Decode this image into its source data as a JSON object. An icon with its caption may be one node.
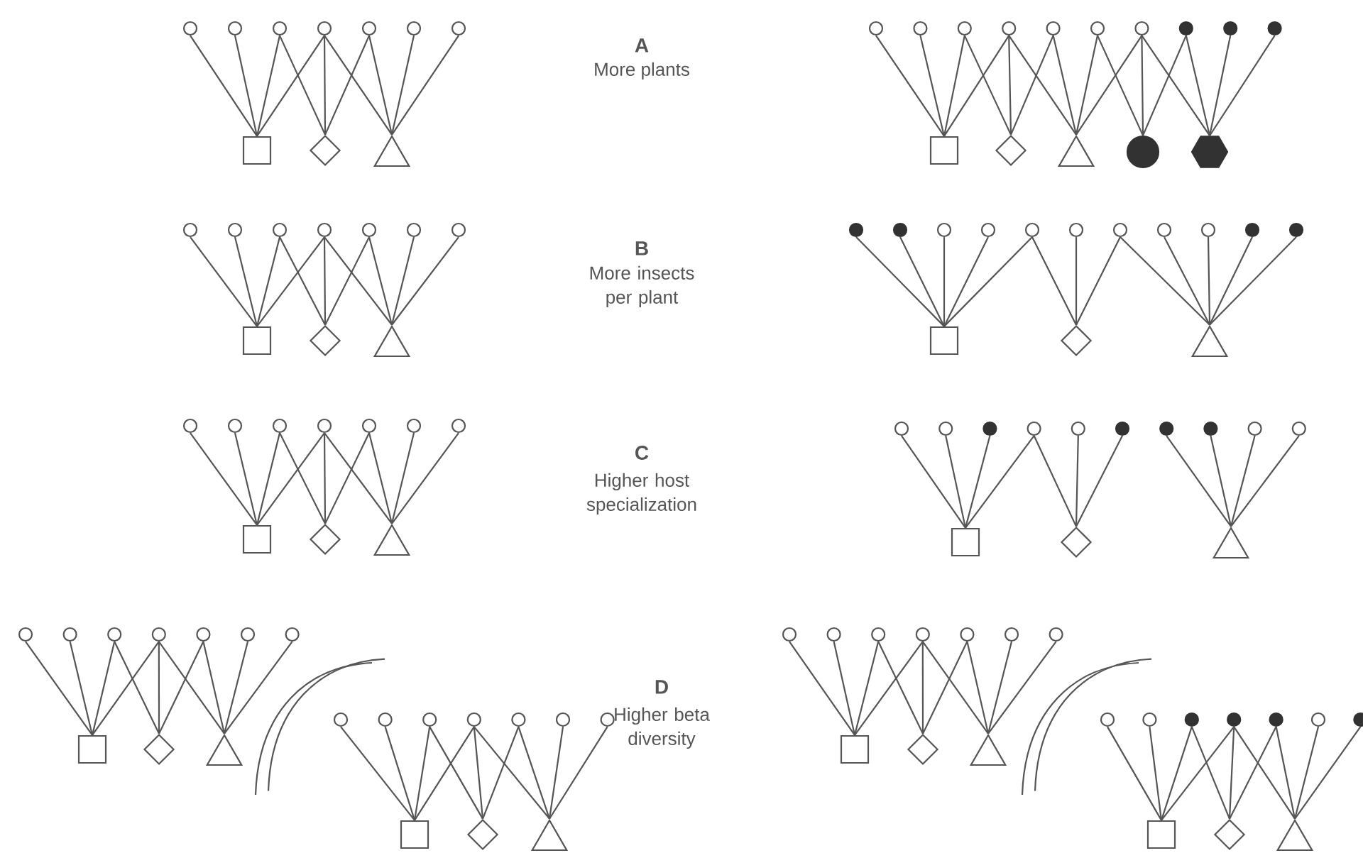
{
  "diagram": {
    "nodes": [
      {
        "text": [],
        "shape": "circle"
      },
      {
        "text": [],
        "shape": "circle"
      },
      {
        "text": [],
        "shape": "circle"
      },
      {
        "text": [],
        "shape": "circle"
      },
      {
        "text": [],
        "shape": "circle"
      },
      {
        "text": [],
        "shape": "circle"
      },
      {
        "text": [],
        "shape": "circle"
      },
      {
        "text": [],
        "shape": "box"
      },
      {
        "text": [],
        "shape": "diamond"
      },
      {
        "text": [],
        "shape": "triangle"
      },
      {
        "text": [],
        "shape": "circle"
      },
      {
        "text": [],
        "shape": "circle"
      },
      {
        "text": [],
        "shape": "circle"
      },
      {
        "text": [],
        "shape": "circle"
      },
      {
        "text": [],
        "shape": "circle"
      },
      {
        "text": [],
        "shape": "circle"
      },
      {
        "text": [],
        "shape": "circle"
      },
      {
        "text": [],
        "shape": "dot"
      },
      {
        "text": [],
        "shape": "dot"
      },
      {
        "text": [],
        "shape": "dot"
      },
      {
        "text": [],
        "shape": "box"
      },
      {
        "text": [],
        "shape": "diamond"
      },
      {
        "text": [],
        "shape": "triangle"
      },
      {
        "text": [],
        "shape": "disc"
      },
      {
        "text": [],
        "shape": "hexagon"
      },
      {
        "text": [],
        "shape": "circle"
      },
      {
        "text": [],
        "shape": "circle"
      },
      {
        "text": [],
        "shape": "circle"
      },
      {
        "text": [],
        "shape": "circle"
      },
      {
        "text": [],
        "shape": "circle"
      },
      {
        "text": [],
        "shape": "circle"
      },
      {
        "text": [],
        "shape": "circle"
      },
      {
        "text": [],
        "shape": "box"
      },
      {
        "text": [],
        "shape": "diamond"
      },
      {
        "text": [],
        "shape": "triangle"
      },
      {
        "text": [],
        "shape": "dot"
      },
      {
        "text": [],
        "shape": "dot"
      },
      {
        "text": [],
        "shape": "circle"
      },
      {
        "text": [],
        "shape": "circle"
      },
      {
        "text": [],
        "shape": "circle"
      },
      {
        "text": [],
        "shape": "circle"
      },
      {
        "text": [],
        "shape": "circle"
      },
      {
        "text": [],
        "shape": "circle"
      },
      {
        "text": [],
        "shape": "circle"
      },
      {
        "text": [],
        "shape": "dot"
      },
      {
        "text": [],
        "shape": "dot"
      },
      {
        "text": [],
        "shape": "box"
      },
      {
        "text": [],
        "shape": "diamond"
      },
      {
        "text": [],
        "shape": "triangle"
      },
      {
        "text": [],
        "shape": "circle"
      },
      {
        "text": [],
        "shape": "circle"
      },
      {
        "text": [],
        "shape": "circle"
      },
      {
        "text": [],
        "shape": "circle"
      },
      {
        "text": [],
        "shape": "circle"
      },
      {
        "text": [],
        "shape": "circle"
      },
      {
        "text": [],
        "shape": "circle"
      },
      {
        "text": [],
        "shape": "box"
      },
      {
        "text": [],
        "shape": "diamond"
      },
      {
        "text": [],
        "shape": "triangle"
      },
      {
        "text": [],
        "shape": "circle"
      },
      {
        "text": [],
        "shape": "circle"
      },
      {
        "text": [],
        "shape": "dot"
      },
      {
        "text": [],
        "shape": "circle"
      },
      {
        "text": [],
        "shape": "circle"
      },
      {
        "text": [],
        "shape": "dot"
      },
      {
        "text": [],
        "shape": "dot"
      },
      {
        "text": [],
        "shape": "dot"
      },
      {
        "text": [],
        "shape": "circle"
      },
      {
        "text": [],
        "shape": "circle"
      },
      {
        "text": [],
        "shape": "box"
      },
      {
        "text": [],
        "shape": "diamond"
      },
      {
        "text": [],
        "shape": "triangle"
      },
      {
        "text": [],
        "shape": "circle"
      },
      {
        "text": [],
        "shape": "circle"
      },
      {
        "text": [],
        "shape": "circle"
      },
      {
        "text": [],
        "shape": "circle"
      },
      {
        "text": [],
        "shape": "circle"
      },
      {
        "text": [],
        "shape": "circle"
      },
      {
        "text": [],
        "shape": "circle"
      },
      {
        "text": [],
        "shape": "box"
      },
      {
        "text": [],
        "shape": "diamond"
      },
      {
        "text": [],
        "shape": "triangle"
      },
      {
        "text": [],
        "shape": "circle"
      },
      {
        "text": [],
        "shape": "circle"
      },
      {
        "text": [],
        "shape": "circle"
      },
      {
        "text": [],
        "shape": "circle"
      },
      {
        "text": [],
        "shape": "circle"
      },
      {
        "text": [],
        "shape": "circle"
      },
      {
        "text": [],
        "shape": "circle"
      },
      {
        "text": [],
        "shape": "box"
      },
      {
        "text": [],
        "shape": "diamond"
      },
      {
        "text": [],
        "shape": "triangle"
      },
      {
        "text": [],
        "shape": "circle"
      },
      {
        "text": [],
        "shape": "circle"
      },
      {
        "text": [],
        "shape": "circle"
      },
      {
        "text": [],
        "shape": "circle"
      },
      {
        "text": [],
        "shape": "circle"
      },
      {
        "text": [],
        "shape": "circle"
      },
      {
        "text": [],
        "shape": "circle"
      },
      {
        "text": [],
        "shape": "box"
      },
      {
        "text": [],
        "shape": "diamond"
      },
      {
        "text": [],
        "shape": "triangle"
      },
      {
        "text": [],
        "shape": "circle"
      },
      {
        "text": [],
        "shape": "circle"
      },
      {
        "text": [],
        "shape": "dot"
      },
      {
        "text": [],
        "shape": "dot"
      },
      {
        "text": [],
        "shape": "dot"
      },
      {
        "text": [],
        "shape": "circle"
      },
      {
        "text": [],
        "shape": "dot"
      },
      {
        "text": [],
        "shape": "box"
      },
      {
        "text": [],
        "shape": "diamond"
      },
      {
        "text": [],
        "shape": "triangle"
      }
    ],
    "edges": [
      {
        "from": 0,
        "to": 7,
        "arrow": "none"
      },
      {
        "from": 1,
        "to": 7,
        "arrow": "none"
      },
      {
        "from": 2,
        "to": 7,
        "arrow": "none"
      },
      {
        "from": 2,
        "to": 8,
        "arrow": "none"
      },
      {
        "from": 3,
        "to": 7,
        "arrow": "none"
      },
      {
        "from": 3,
        "to": 8,
        "arrow": "none"
      },
      {
        "from": 3,
        "to": 9,
        "arrow": "none"
      },
      {
        "from": 4,
        "to": 8,
        "arrow": "none"
      },
      {
        "from": 4,
        "to": 9,
        "arrow": "none"
      },
      {
        "from": 5,
        "to": 9,
        "arrow": "none"
      },
      {
        "from": 6,
        "to": 9,
        "arrow": "none"
      },
      {
        "from": 10,
        "to": 20,
        "arrow": "none"
      },
      {
        "from": 11,
        "to": 20,
        "arrow": "none"
      },
      {
        "from": 12,
        "to": 20,
        "arrow": "none"
      },
      {
        "from": 12,
        "to": 21,
        "arrow": "none"
      },
      {
        "from": 13,
        "to": 20,
        "arrow": "none"
      },
      {
        "from": 13,
        "to": 21,
        "arrow": "none"
      },
      {
        "from": 13,
        "to": 22,
        "arrow": "none"
      },
      {
        "from": 14,
        "to": 21,
        "arrow": "none"
      },
      {
        "from": 14,
        "to": 22,
        "arrow": "none"
      },
      {
        "from": 15,
        "to": 22,
        "arrow": "none"
      },
      {
        "from": 15,
        "to": 23,
        "arrow": "none"
      },
      {
        "from": 16,
        "to": 22,
        "arrow": "none"
      },
      {
        "from": 16,
        "to": 23,
        "arrow": "none"
      },
      {
        "from": 16,
        "to": 24,
        "arrow": "none"
      },
      {
        "from": 17,
        "to": 23,
        "arrow": "none"
      },
      {
        "from": 17,
        "to": 24,
        "arrow": "none"
      },
      {
        "from": 18,
        "to": 24,
        "arrow": "none"
      },
      {
        "from": 19,
        "to": 24,
        "arrow": "none"
      },
      {
        "from": 25,
        "to": 32,
        "arrow": "none"
      },
      {
        "from": 26,
        "to": 32,
        "arrow": "none"
      },
      {
        "from": 27,
        "to": 32,
        "arrow": "none"
      },
      {
        "from": 27,
        "to": 33,
        "arrow": "none"
      },
      {
        "from": 28,
        "to": 32,
        "arrow": "none"
      },
      {
        "from": 28,
        "to": 33,
        "arrow": "none"
      },
      {
        "from": 28,
        "to": 34,
        "arrow": "none"
      },
      {
        "from": 29,
        "to": 33,
        "arrow": "none"
      },
      {
        "from": 29,
        "to": 34,
        "arrow": "none"
      },
      {
        "from": 30,
        "to": 34,
        "arrow": "none"
      },
      {
        "from": 31,
        "to": 34,
        "arrow": "none"
      },
      {
        "from": 35,
        "to": 46,
        "arrow": "none"
      },
      {
        "from": 36,
        "to": 46,
        "arrow": "none"
      },
      {
        "from": 37,
        "to": 46,
        "arrow": "none"
      },
      {
        "from": 38,
        "to": 46,
        "arrow": "none"
      },
      {
        "from": 39,
        "to": 46,
        "arrow": "none"
      },
      {
        "from": 39,
        "to": 47,
        "arrow": "none"
      },
      {
        "from": 40,
        "to": 47,
        "arrow": "none"
      },
      {
        "from": 41,
        "to": 47,
        "arrow": "none"
      },
      {
        "from": 41,
        "to": 48,
        "arrow": "none"
      },
      {
        "from": 42,
        "to": 48,
        "arrow": "none"
      },
      {
        "from": 43,
        "to": 48,
        "arrow": "none"
      },
      {
        "from": 44,
        "to": 48,
        "arrow": "none"
      },
      {
        "from": 45,
        "to": 48,
        "arrow": "none"
      },
      {
        "from": 49,
        "to": 56,
        "arrow": "none"
      },
      {
        "from": 50,
        "to": 56,
        "arrow": "none"
      },
      {
        "from": 51,
        "to": 56,
        "arrow": "none"
      },
      {
        "from": 51,
        "to": 57,
        "arrow": "none"
      },
      {
        "from": 52,
        "to": 56,
        "arrow": "none"
      },
      {
        "from": 52,
        "to": 57,
        "arrow": "none"
      },
      {
        "from": 52,
        "to": 58,
        "arrow": "none"
      },
      {
        "from": 53,
        "to": 57,
        "arrow": "none"
      },
      {
        "from": 53,
        "to": 58,
        "arrow": "none"
      },
      {
        "from": 54,
        "to": 58,
        "arrow": "none"
      },
      {
        "from": 55,
        "to": 58,
        "arrow": "none"
      },
      {
        "from": 59,
        "to": 69,
        "arrow": "none"
      },
      {
        "from": 60,
        "to": 69,
        "arrow": "none"
      },
      {
        "from": 61,
        "to": 69,
        "arrow": "none"
      },
      {
        "from": 62,
        "to": 69,
        "arrow": "none"
      },
      {
        "from": 62,
        "to": 70,
        "arrow": "none"
      },
      {
        "from": 63,
        "to": 70,
        "arrow": "none"
      },
      {
        "from": 64,
        "to": 70,
        "arrow": "none"
      },
      {
        "from": 65,
        "to": 71,
        "arrow": "none"
      },
      {
        "from": 66,
        "to": 71,
        "arrow": "none"
      },
      {
        "from": 67,
        "to": 71,
        "arrow": "none"
      },
      {
        "from": 68,
        "to": 71,
        "arrow": "none"
      },
      {
        "from": 72,
        "to": 79,
        "arrow": "none"
      },
      {
        "from": 73,
        "to": 79,
        "arrow": "none"
      },
      {
        "from": 74,
        "to": 79,
        "arrow": "none"
      },
      {
        "from": 74,
        "to": 80,
        "arrow": "none"
      },
      {
        "from": 75,
        "to": 79,
        "arrow": "none"
      },
      {
        "from": 75,
        "to": 80,
        "arrow": "none"
      },
      {
        "from": 75,
        "to": 81,
        "arrow": "none"
      },
      {
        "from": 76,
        "to": 80,
        "arrow": "none"
      },
      {
        "from": 76,
        "to": 81,
        "arrow": "none"
      },
      {
        "from": 77,
        "to": 81,
        "arrow": "none"
      },
      {
        "from": 78,
        "to": 81,
        "arrow": "none"
      },
      {
        "from": 82,
        "to": 89,
        "arrow": "none"
      },
      {
        "from": 83,
        "to": 89,
        "arrow": "none"
      },
      {
        "from": 84,
        "to": 89,
        "arrow": "none"
      },
      {
        "from": 84,
        "to": 90,
        "arrow": "none"
      },
      {
        "from": 85,
        "to": 89,
        "arrow": "none"
      },
      {
        "from": 85,
        "to": 90,
        "arrow": "none"
      },
      {
        "from": 85,
        "to": 91,
        "arrow": "none"
      },
      {
        "from": 86,
        "to": 90,
        "arrow": "none"
      },
      {
        "from": 86,
        "to": 91,
        "arrow": "none"
      },
      {
        "from": 87,
        "to": 91,
        "arrow": "none"
      },
      {
        "from": 88,
        "to": 91,
        "arrow": "none"
      },
      {
        "from": 92,
        "to": 99,
        "arrow": "none"
      },
      {
        "from": 93,
        "to": 99,
        "arrow": "none"
      },
      {
        "from": 94,
        "to": 99,
        "arrow": "none"
      },
      {
        "from": 94,
        "to": 100,
        "arrow": "none"
      },
      {
        "from": 95,
        "to": 99,
        "arrow": "none"
      },
      {
        "from": 95,
        "to": 100,
        "arrow": "none"
      },
      {
        "from": 95,
        "to": 101,
        "arrow": "none"
      },
      {
        "from": 96,
        "to": 100,
        "arrow": "none"
      },
      {
        "from": 96,
        "to": 101,
        "arrow": "none"
      },
      {
        "from": 97,
        "to": 101,
        "arrow": "none"
      },
      {
        "from": 98,
        "to": 101,
        "arrow": "none"
      },
      {
        "from": 102,
        "to": 109,
        "arrow": "none"
      },
      {
        "from": 103,
        "to": 109,
        "arrow": "none"
      },
      {
        "from": 104,
        "to": 109,
        "arrow": "none"
      },
      {
        "from": 104,
        "to": 110,
        "arrow": "none"
      },
      {
        "from": 105,
        "to": 109,
        "arrow": "none"
      },
      {
        "from": 105,
        "to": 110,
        "arrow": "none"
      },
      {
        "from": 105,
        "to": 111,
        "arrow": "none"
      },
      {
        "from": 106,
        "to": 110,
        "arrow": "none"
      },
      {
        "from": 106,
        "to": 111,
        "arrow": "none"
      },
      {
        "from": 107,
        "to": 111,
        "arrow": "none"
      },
      {
        "from": 108,
        "to": 111,
        "arrow": "none"
      }
    ],
    "labels": [
      "A",
      "More plants",
      "B",
      "More insects per plant",
      "C",
      "Higher host specialization",
      "D",
      "Higher beta diversity"
    ]
  }
}
